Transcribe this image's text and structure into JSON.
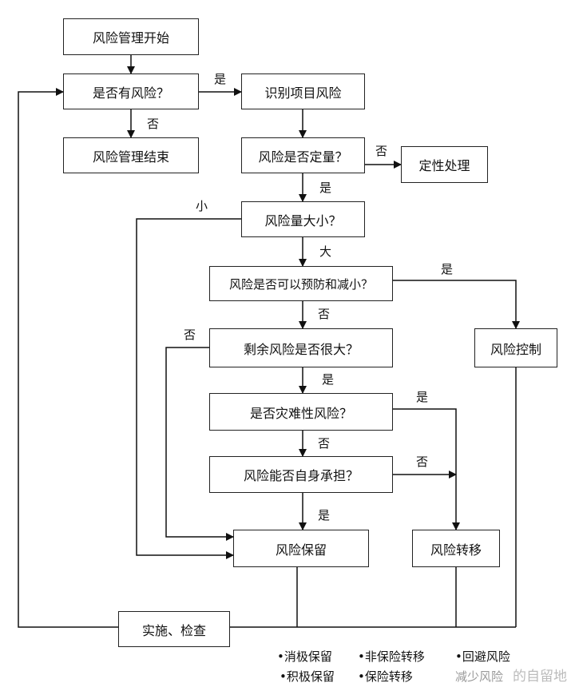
{
  "nodes": {
    "start": "风险管理开始",
    "has_risk": "是否有风险？",
    "identify": "识别项目风险",
    "end": "风险管理结束",
    "quantified": "风险是否定量？",
    "qualitative": "定性处理",
    "size": "风险量大小？",
    "preventable": "风险是否可以预防和减小？",
    "control": "风险控制",
    "residual": "剩余风险是否很大？",
    "catastrophic": "是否灾难性风险？",
    "self_bear": "风险能否自身承担？",
    "retain": "风险保留",
    "transfer": "风险转移",
    "implement": "实施、检查"
  },
  "edge_labels": {
    "has_risk_yes": "是",
    "has_risk_no": "否",
    "quantified_no": "否",
    "quantified_yes": "是",
    "size_small": "小",
    "size_large": "大",
    "preventable_yes": "是",
    "preventable_no": "否",
    "residual_no": "否",
    "residual_yes": "是",
    "catastrophic_yes": "是",
    "catastrophic_no": "否",
    "self_bear_no": "否",
    "self_bear_yes": "是"
  },
  "legend": [
    "•消极保留",
    "•非保险转移",
    "•回避风险",
    "•积极保留",
    "•保险转移",
    "减少风险"
  ],
  "watermark": "的自留地"
}
